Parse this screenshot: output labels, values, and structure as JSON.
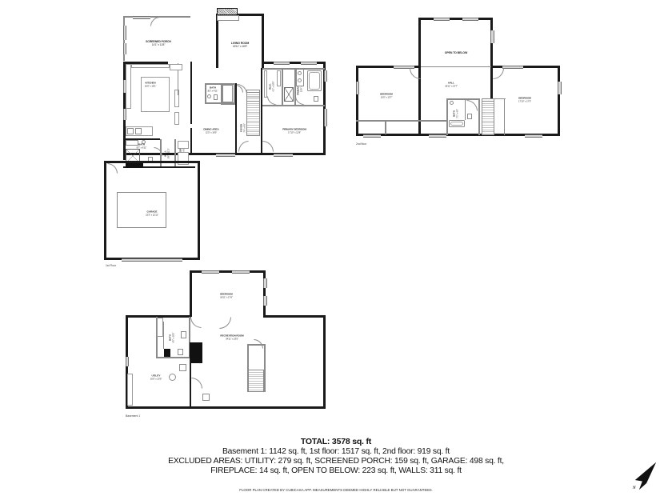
{
  "document": {
    "type": "floor-plan",
    "disclaimer": "FLOOR PLAN CREATED BY CUBICASA APP. MEASUREMENTS DEEMED HIGHLY RELIABLE BUT NOT GUARANTEED."
  },
  "summary": {
    "total_label": "TOTAL: 3578 sq. ft",
    "areas_line": "Basement 1: 1142 sq. ft, 1st floor: 1517 sq. ft, 2nd floor: 919 sq. ft",
    "excluded_line_1": "EXCLUDED AREAS: UTILITY: 279 sq. ft, SCREENED PORCH: 159 sq. ft, GARAGE: 498 sq. ft,",
    "excluded_line_2": "FIREPLACE: 14 sq. ft, OPEN TO BELOW: 223 sq. ft, WALLS: 311 sq. ft"
  },
  "floors": {
    "first": {
      "tag": "1st Floor",
      "rooms": [
        {
          "name": "SCREENED PORCH",
          "dim": "14'1\" x 11'8\""
        },
        {
          "name": "LIVING ROOM",
          "dim": "18'11\" x 16'9\""
        },
        {
          "name": "KITCHEN",
          "dim": "16'0\" x 18'1\""
        },
        {
          "name": "DINING AREA",
          "dim": "11'5\" x 18'5\""
        },
        {
          "name": "FOYER",
          "dim": "7'6\" x 8'6\""
        },
        {
          "name": "BATH",
          "dim": "8'2\" x 4'11\""
        },
        {
          "name": "BATH",
          "dim": "8'7\" x 6'11\""
        },
        {
          "name": "HALL",
          "dim": "3'9\" x 11'3\""
        },
        {
          "name": "LAUNDRY",
          "dim": "7'2\" x 6'6\""
        },
        {
          "name": "W.I.C.",
          "dim": "6'1\" x 10'5\""
        },
        {
          "name": "PRIMARY BATH",
          "dim": "12'9\" x 10'9\""
        },
        {
          "name": "PRIMARY BEDROOM",
          "dim": "17'10\" x 12'8\""
        },
        {
          "name": "GARAGE",
          "dim": "22'3\" x 22'11\""
        }
      ]
    },
    "second": {
      "tag": "2nd floor",
      "rooms": [
        {
          "name": "OPEN TO BELOW",
          "dim": ""
        },
        {
          "name": "HALL",
          "dim": "18'11\" x 13'7\""
        },
        {
          "name": "BEDROOM",
          "dim": "10'0\" x 13'7\""
        },
        {
          "name": "BEDROOM",
          "dim": "17'10\" x 17'3\""
        },
        {
          "name": "BATH",
          "dim": "7'1\" x 4'5\""
        }
      ]
    },
    "basement": {
      "tag": "Basement 1",
      "rooms": [
        {
          "name": "BEDROOM",
          "dim": "18'11\" x 17'6\""
        },
        {
          "name": "RECREATION ROOM",
          "dim": "34'11\" x 23'5\""
        },
        {
          "name": "BATH",
          "dim": "6'5\" x 10'2\""
        },
        {
          "name": "UTILITY",
          "dim": "16'0\" x 23'5\""
        }
      ]
    }
  },
  "compass": {
    "label": "N"
  },
  "colors": {
    "wall": "#1a1a1a",
    "thin_wall": "#8a8a8a",
    "window": "#d7d7d7",
    "paper": "#ffffff",
    "text": "#111111"
  }
}
